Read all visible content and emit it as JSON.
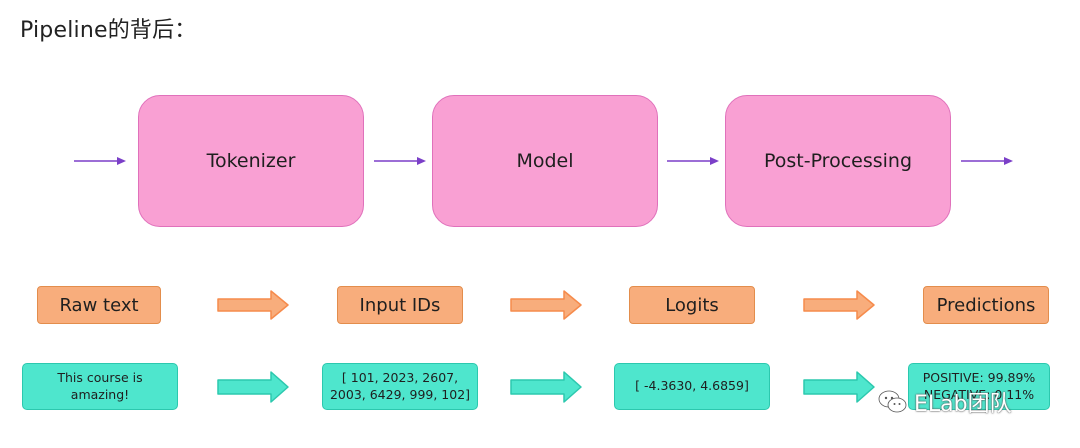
{
  "header": {
    "title": "Pipeline的背后："
  },
  "colors": {
    "stage_fill": "#f9a0d3",
    "stage_border": "#e071bb",
    "flow_arrow": "#7b3fc8",
    "label_fill": "#f8ad7c",
    "label_arrow": "#f68b4c",
    "value_fill": "#4ee6cd",
    "value_arrow": "#2cc8ae"
  },
  "stages": [
    {
      "label": "Tokenizer"
    },
    {
      "label": "Model"
    },
    {
      "label": "Post-Processing"
    }
  ],
  "data_labels": [
    {
      "label": "Raw text"
    },
    {
      "label": "Input IDs"
    },
    {
      "label": "Logits"
    },
    {
      "label": "Predictions"
    }
  ],
  "data_values": [
    {
      "text": "This course is\namazing!"
    },
    {
      "text": "[ 101, 2023, 2607,\n2003, 6429, 999, 102]"
    },
    {
      "text": "[ -4.3630, 4.6859]"
    },
    {
      "text": "POSITIVE: 99.89%\nNEGATIVE: 0.11%"
    }
  ],
  "watermark": {
    "text": "ELab团队",
    "icon": "wechat-icon"
  }
}
